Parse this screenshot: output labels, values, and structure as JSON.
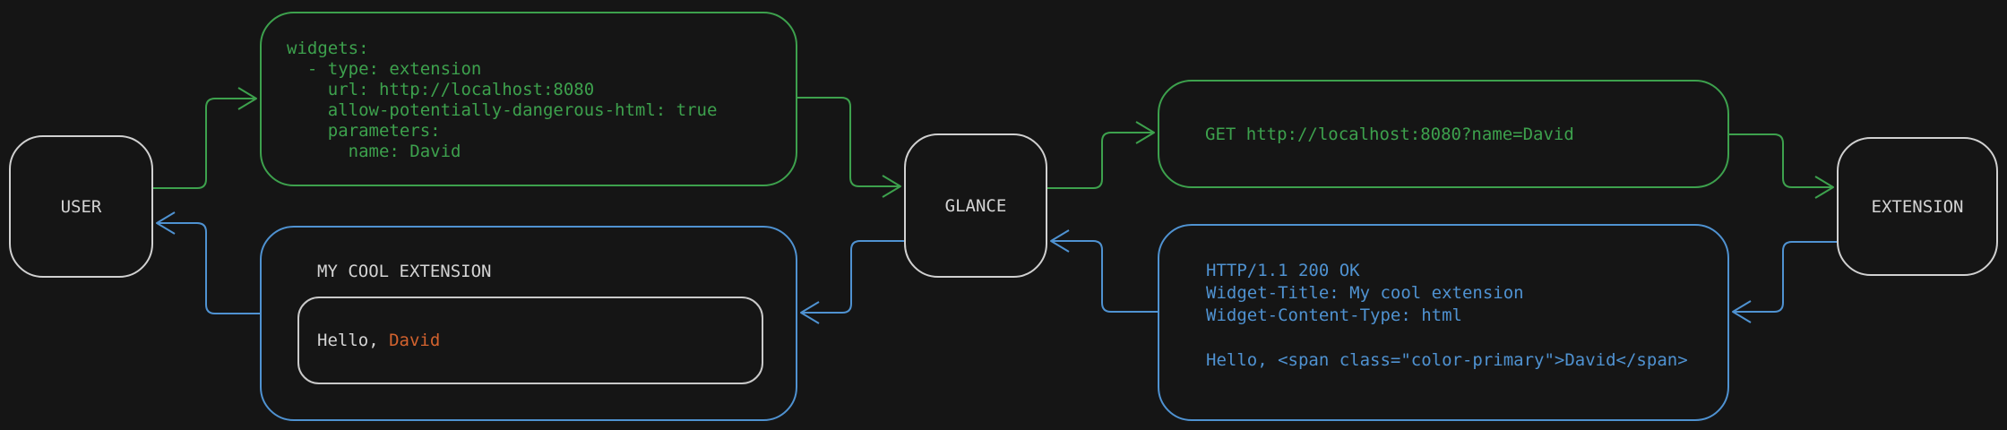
{
  "theme": {
    "bg": "#151515",
    "green": "#3da14d",
    "blue": "#4f92d1",
    "orange": "#d2622e",
    "text": "#d4d4d4",
    "nodeBorder": "#d0d0d0",
    "innerBorder": "#c9c9c9"
  },
  "nodes": {
    "user": "USER",
    "glance": "GLANCE",
    "extension": "EXTENSION"
  },
  "config_box": {
    "lines": [
      "widgets:",
      "  - type: extension",
      "    url: http://localhost:8080",
      "    allow-potentially-dangerous-html: true",
      "    parameters:",
      "      name: David"
    ]
  },
  "request_box": {
    "text": "GET http://localhost:8080?name=David"
  },
  "response_box": {
    "lines": [
      "HTTP/1.1 200 OK",
      "Widget-Title: My cool extension",
      "Widget-Content-Type: html",
      "",
      "Hello, <span class=\"color-primary\">David</span>"
    ]
  },
  "rendered_box": {
    "title": "MY COOL EXTENSION",
    "greeting_prefix": "Hello, ",
    "greeting_name": "David"
  }
}
